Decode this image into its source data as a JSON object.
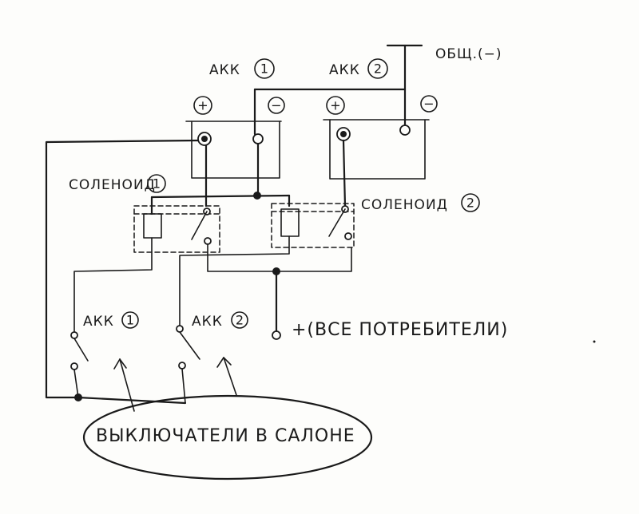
{
  "labels": {
    "common_ground": "ОБЩ.(−)",
    "battery1": "АКК",
    "battery1_num": "1",
    "battery2": "АКК",
    "battery2_num": "2",
    "solenoid1": "СОЛЕНОИД",
    "solenoid1_num": "1",
    "solenoid2": "СОЛЕНОИД",
    "solenoid2_num": "2",
    "switch1": "АКК",
    "switch1_num": "1",
    "switch2": "АКК",
    "switch2_num": "2",
    "consumers": "+(ВСЕ ПОТРЕБИТЕЛИ)",
    "cabin_switches": "ВЫКЛЮЧАТЕЛИ В САЛОНЕ",
    "plus": "+",
    "minus": "−"
  }
}
